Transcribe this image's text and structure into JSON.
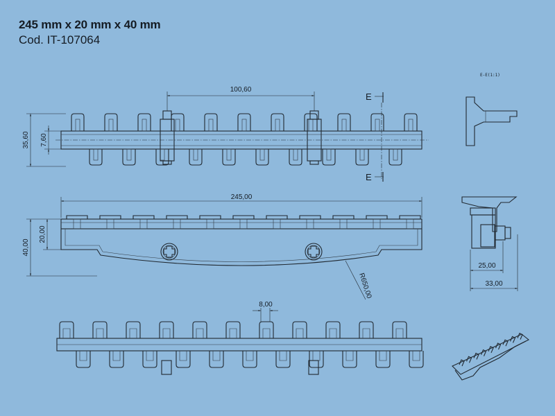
{
  "header": {
    "title": "245 mm x 20 mm x 40 mm",
    "code": "Cod. IT-107064"
  },
  "drawing": {
    "section_label": "E",
    "section_view_label": "E-E(1:1)",
    "dimensions": {
      "hub_spacing": "100,60",
      "top_height": "35,60",
      "stem_offset": "7,60",
      "total_length": "245,00",
      "inner_height": "20,00",
      "total_height": "40,00",
      "radius": "R650,00",
      "side_inner": "25,00",
      "side_outer": "33,00",
      "slot_width": "8,00"
    }
  }
}
